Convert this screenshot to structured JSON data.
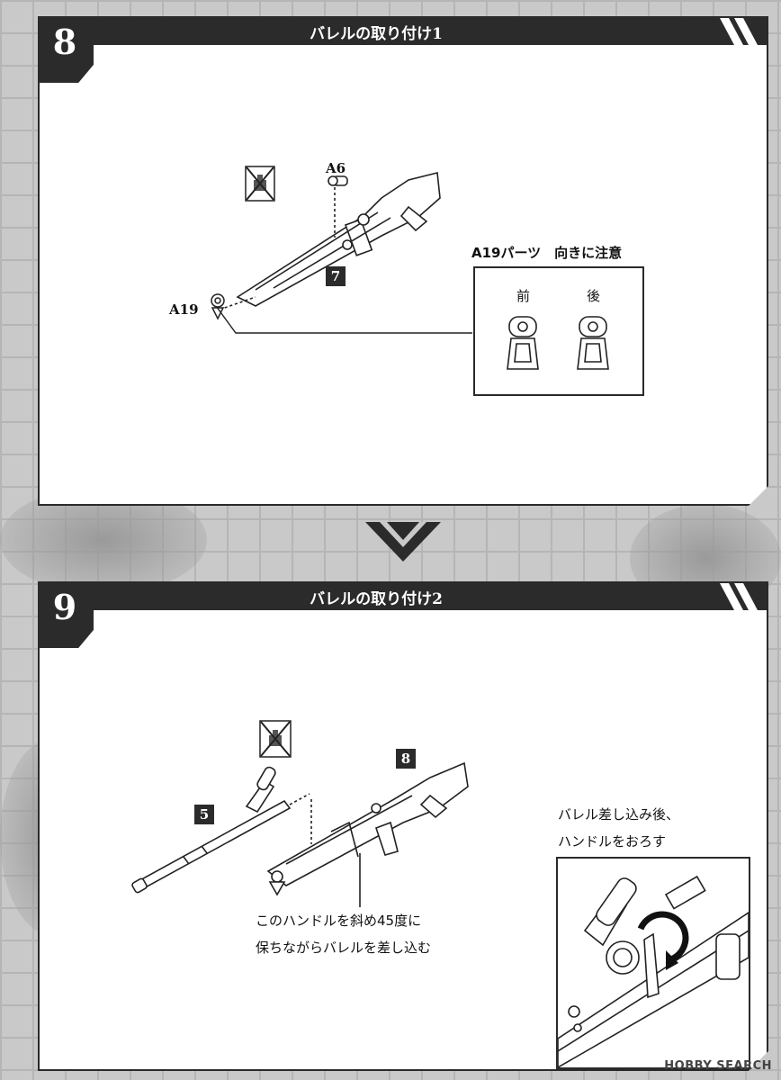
{
  "steps": [
    {
      "number": "8",
      "title": "バレルの取り付け1",
      "parts": {
        "a6": "A6",
        "a19": "A19",
        "ref_step": "7"
      },
      "callout": {
        "title": "A19パーツ　向きに注意",
        "front": "前",
        "back": "後"
      }
    },
    {
      "number": "9",
      "title": "バレルの取り付け2",
      "parts": {
        "ref_step_a": "5",
        "ref_step_b": "8"
      },
      "instruction_lines": [
        "このハンドルを斜め45度に",
        "保ちながらバレルを差し込む"
      ],
      "note_lines": [
        "バレル差し込み後、",
        "ハンドルをおろす"
      ]
    }
  ],
  "watermark": "HOBBY SEARCH",
  "colors": {
    "panel_dark": "#2b2b2b",
    "background": "#c9c9c9"
  }
}
